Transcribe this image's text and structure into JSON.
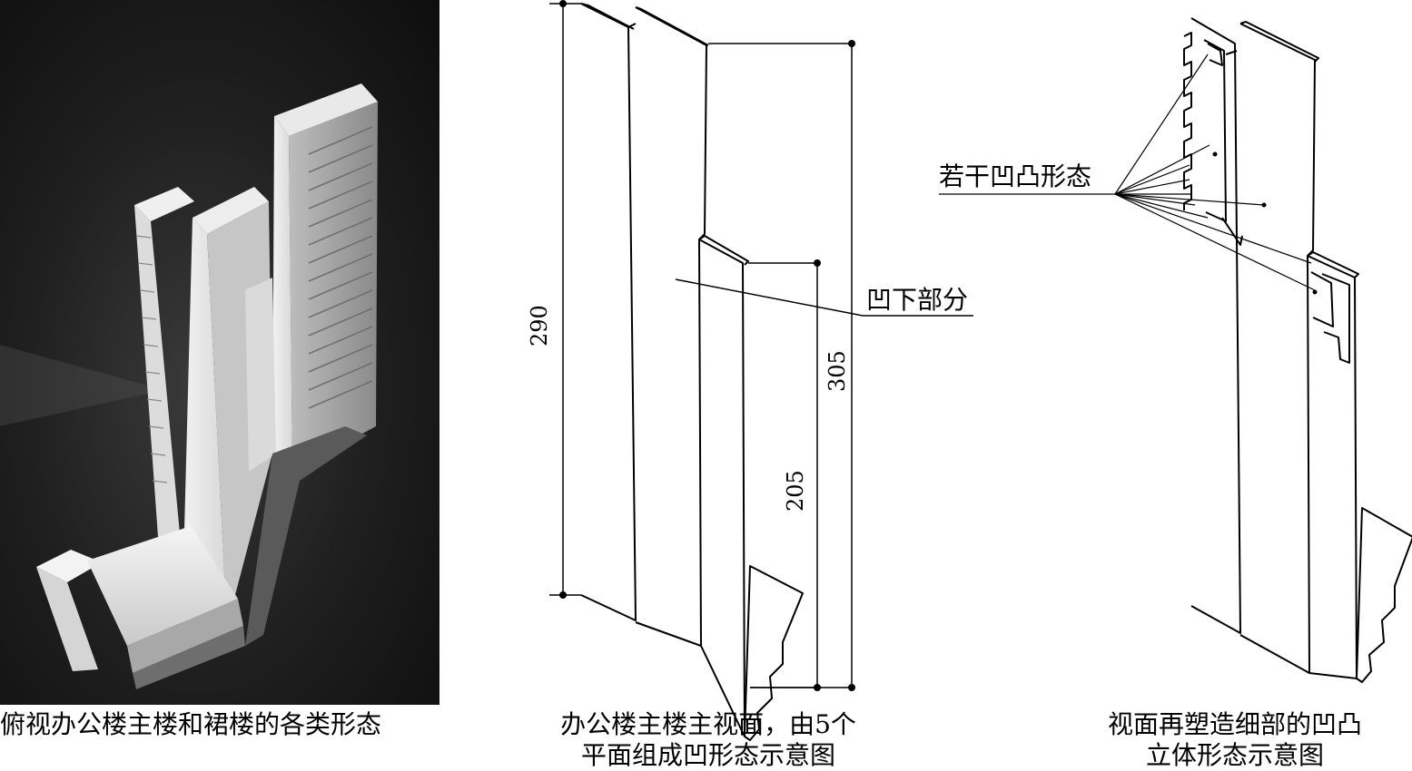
{
  "photo_panel": {
    "caption": "俯视办公楼主楼和裙楼的各类形态"
  },
  "front_view_panel": {
    "caption_line1": "办公楼主楼主视面，由5个",
    "caption_line2": "平面组成凹形态示意图",
    "dimensions": {
      "left_height": "290",
      "right_height": "305",
      "inner_height": "205"
    },
    "callout_label": "凹下部分"
  },
  "detail_panel": {
    "caption_line1": "视面再塑造细部的凹凸",
    "caption_line2": "立体形态示意图",
    "callout_label": "若干凹凸形态"
  },
  "colors": {
    "photo_background": "#1a1a1a",
    "line": "#000000"
  }
}
